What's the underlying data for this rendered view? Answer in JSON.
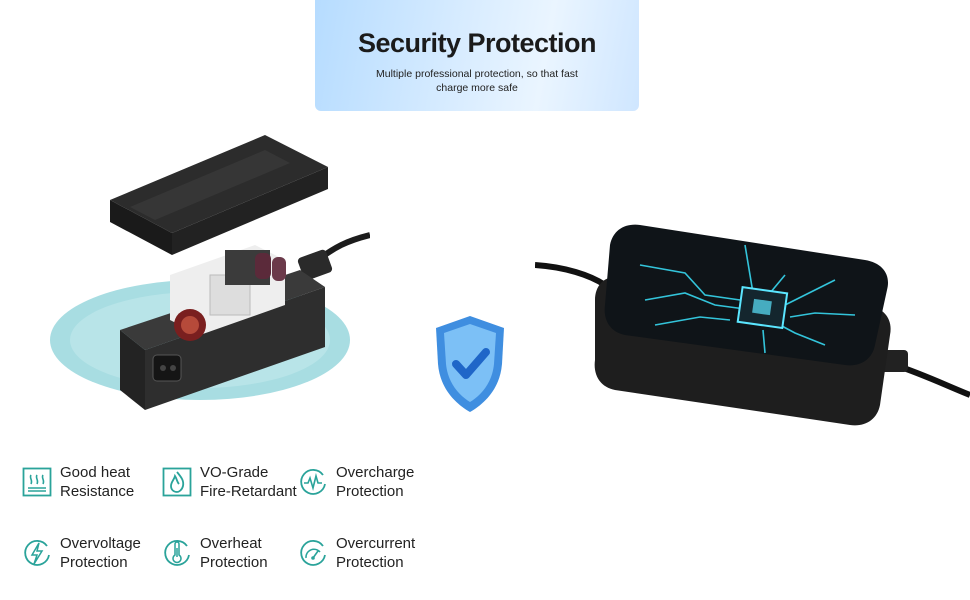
{
  "header": {
    "title": "Security Protection",
    "subtitle": "Multiple professional protection, so that fast charge more safe"
  },
  "colors": {
    "accent_teal": "#2aa39a",
    "header_blue": "#cfe6ff",
    "shield_blue": "#4a9ae6",
    "circuit_cyan": "#38d8f0"
  },
  "features": [
    {
      "line1": "Good heat",
      "line2": "Resistance",
      "icon": "heat-waves-icon"
    },
    {
      "line1": "VO-Grade",
      "line2": "Fire-Retardant",
      "icon": "flame-icon"
    },
    {
      "line1": "Overcharge",
      "line2": "Protection",
      "icon": "pulse-wave-icon"
    },
    {
      "line1": "Overvoltage",
      "line2": "Protection",
      "icon": "lightning-bolt-icon"
    },
    {
      "line1": "Overheat",
      "line2": "Protection",
      "icon": "thermometer-icon"
    },
    {
      "line1": "Overcurrent",
      "line2": "Protection",
      "icon": "gauge-icon"
    }
  ]
}
